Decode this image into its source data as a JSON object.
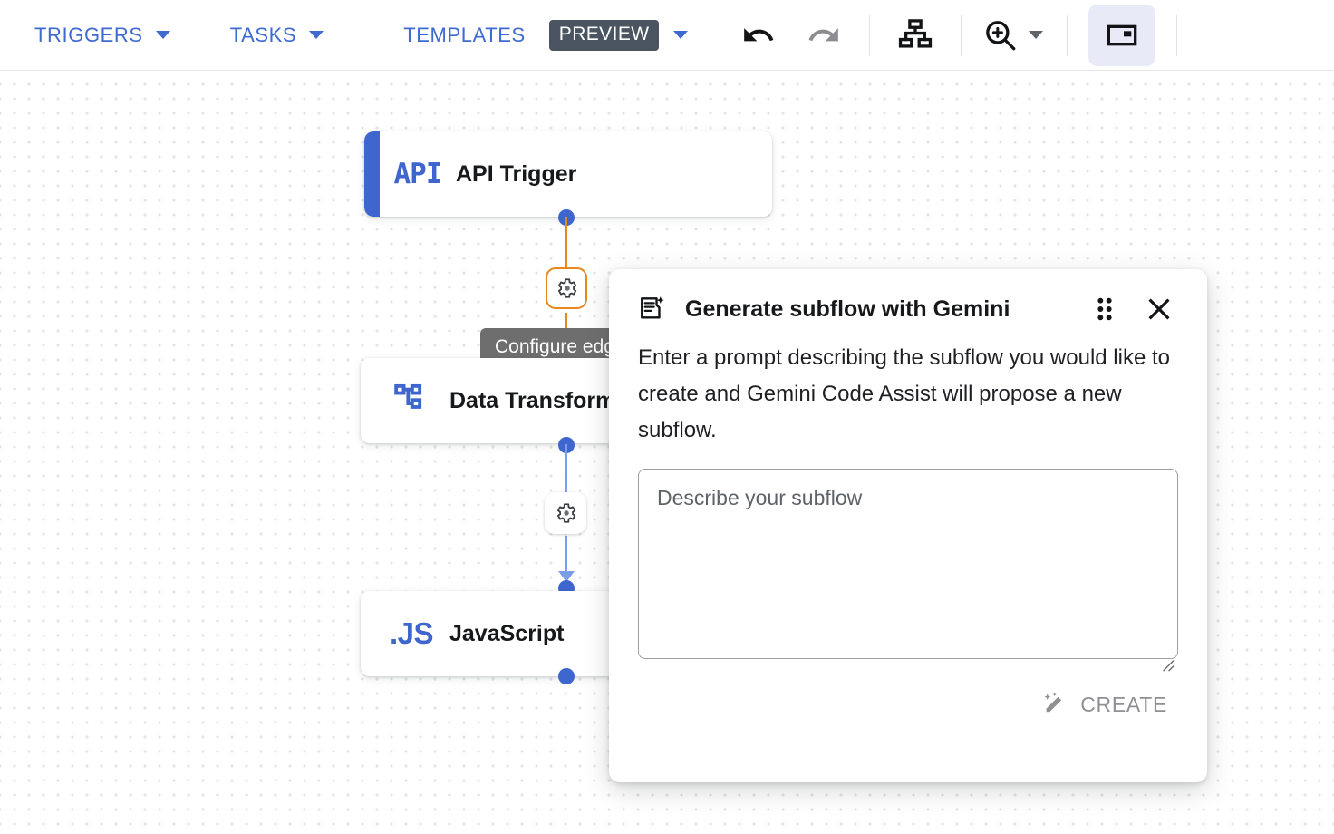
{
  "toolbar": {
    "menus": [
      {
        "label": "TRIGGERS",
        "icon": "chevron-down-icon"
      },
      {
        "label": "TASKS",
        "icon": "chevron-down-icon"
      },
      {
        "label": "TEMPLATES",
        "badge": "PREVIEW",
        "icon": "chevron-down-icon"
      }
    ],
    "undo_icon": "undo-icon",
    "redo_icon": "redo-icon",
    "layout_icon": "auto-layout-icon",
    "zoom_icon": "zoom-in-icon",
    "zoom_caret_icon": "chevron-down-icon",
    "minimap_icon": "minimap-toggle-icon",
    "accent_color": "#3f6ad0",
    "badge_color": "#4a5561",
    "active_button_bg": "#e8eaf8"
  },
  "canvas": {
    "nodes": [
      {
        "id": "api-trigger",
        "icon_text": "API",
        "title": "API Trigger",
        "has_left_bar": true
      },
      {
        "id": "data-transformer",
        "icon_text": "",
        "icon_name": "schema-icon",
        "title": "Data Transformer",
        "has_left_bar": false
      },
      {
        "id": "javascript",
        "icon_text": ".JS",
        "title": "JavaScript",
        "has_left_bar": false
      }
    ],
    "edges": [
      {
        "id": "edge-1",
        "color": "#e8871e",
        "gear_icon": "gear-icon",
        "selected": true
      },
      {
        "id": "edge-2",
        "color": "#7b9de8",
        "gear_icon": "gear-icon",
        "selected": false
      }
    ],
    "add_node_icon": "add-circle-icon",
    "tooltip": "Configure edge",
    "node_accent": "#3f66cf"
  },
  "dialog": {
    "icon": "document-sparkle-icon",
    "title": "Generate subflow with Gemini",
    "drag_handle_icon": "drag-handle-icon",
    "close_icon": "close-icon",
    "body": "Enter a prompt describing the subflow you would like to create and Gemini Code Assist will propose a new subflow.",
    "textarea_placeholder": "Describe your subflow",
    "textarea_value": "",
    "create_label": "CREATE",
    "create_icon": "magic-wand-icon",
    "create_disabled": true
  }
}
